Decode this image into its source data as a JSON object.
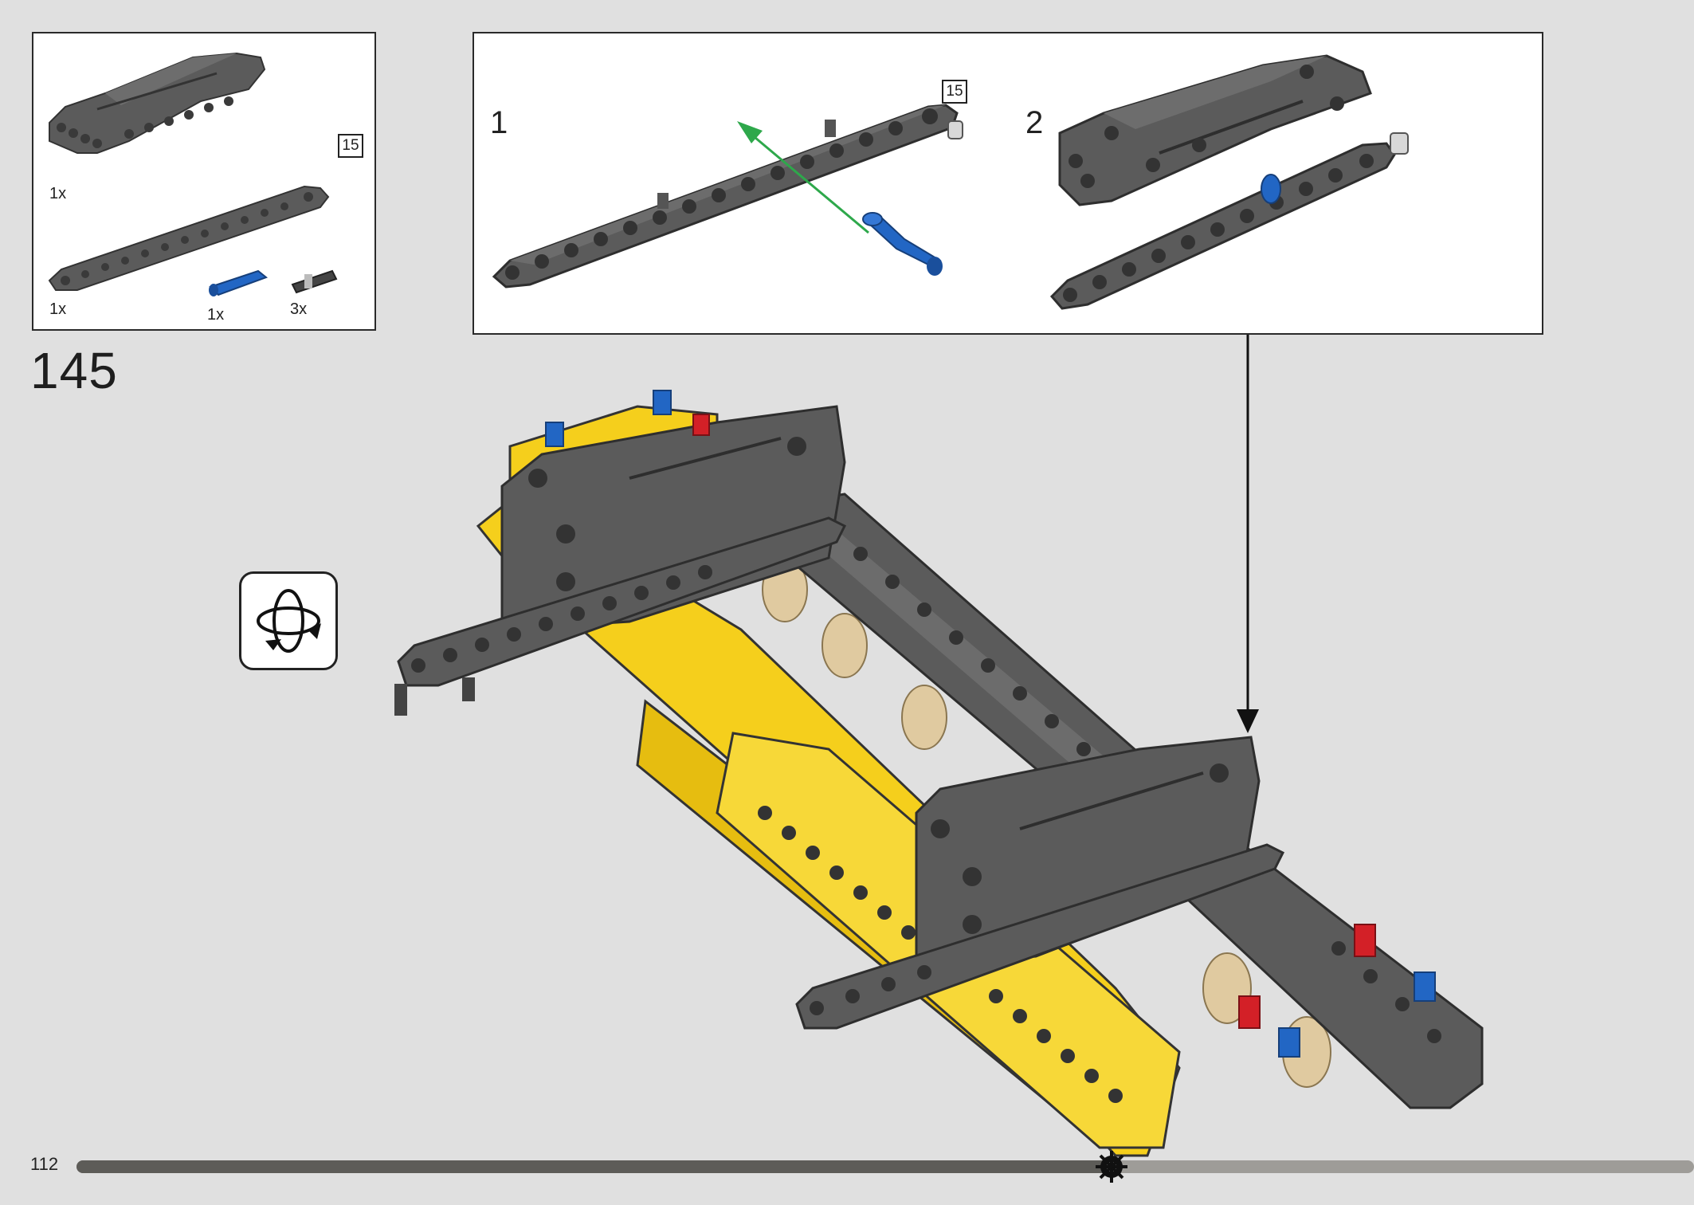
{
  "page": {
    "number": "112",
    "step_number": "145",
    "progress_fraction": 0.64
  },
  "parts_list": {
    "items": [
      {
        "name": "panel-part",
        "quantity": "1x"
      },
      {
        "name": "beam-15-part",
        "quantity": "1x",
        "size_label": "15"
      },
      {
        "name": "blue-pin-part",
        "quantity": "1x"
      },
      {
        "name": "black-pin-part",
        "quantity": "3x"
      }
    ]
  },
  "substeps": [
    {
      "number": "1",
      "size_label": "15"
    },
    {
      "number": "2"
    }
  ],
  "colors": {
    "background": "#e0e0e0",
    "dark_gray": "#5b5b5b",
    "yellow": "#f5cf1c",
    "blue": "#2266c4",
    "red": "#d32027",
    "green_arrow": "#2ea84b",
    "tan_gear": "#e0caa0"
  },
  "icons": {
    "rotate": "rotate-model-icon",
    "progress_marker": "gear-progress-icon"
  }
}
